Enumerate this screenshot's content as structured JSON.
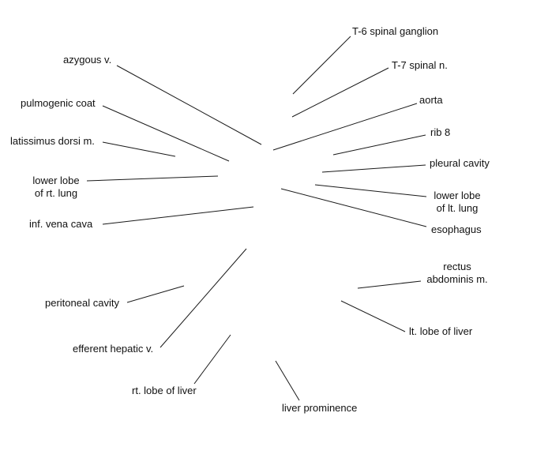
{
  "labels": {
    "t6_spinal_ganglion": "T-6 spinal ganglion",
    "azygous_v": "azygous v.",
    "t7_spinal_n": "T-7 spinal n.",
    "pulmogenic_coat": "pulmogenic coat",
    "aorta": "aorta",
    "latissimus_dorsi_m": "latissimus dorsi m.",
    "rib_8": "rib 8",
    "pleural_cavity": "pleural cavity",
    "lower_lobe_rt_line1": "lower lobe",
    "lower_lobe_rt_line2": "of rt. lung",
    "lower_lobe_lt_line1": "lower lobe",
    "lower_lobe_lt_line2": "of lt. lung",
    "inf_vena_cava": "inf. vena cava",
    "esophagus": "esophagus",
    "rectus_line1": "rectus",
    "rectus_line2": "abdominis m.",
    "peritoneal_cavity": "peritoneal cavity",
    "lt_lobe_of_liver": "lt. lobe of liver",
    "efferent_hepatic_v": "efferent hepatic v.",
    "rt_lobe_of_liver": "rt. lobe of liver",
    "liver_prominence": "liver prominence"
  }
}
